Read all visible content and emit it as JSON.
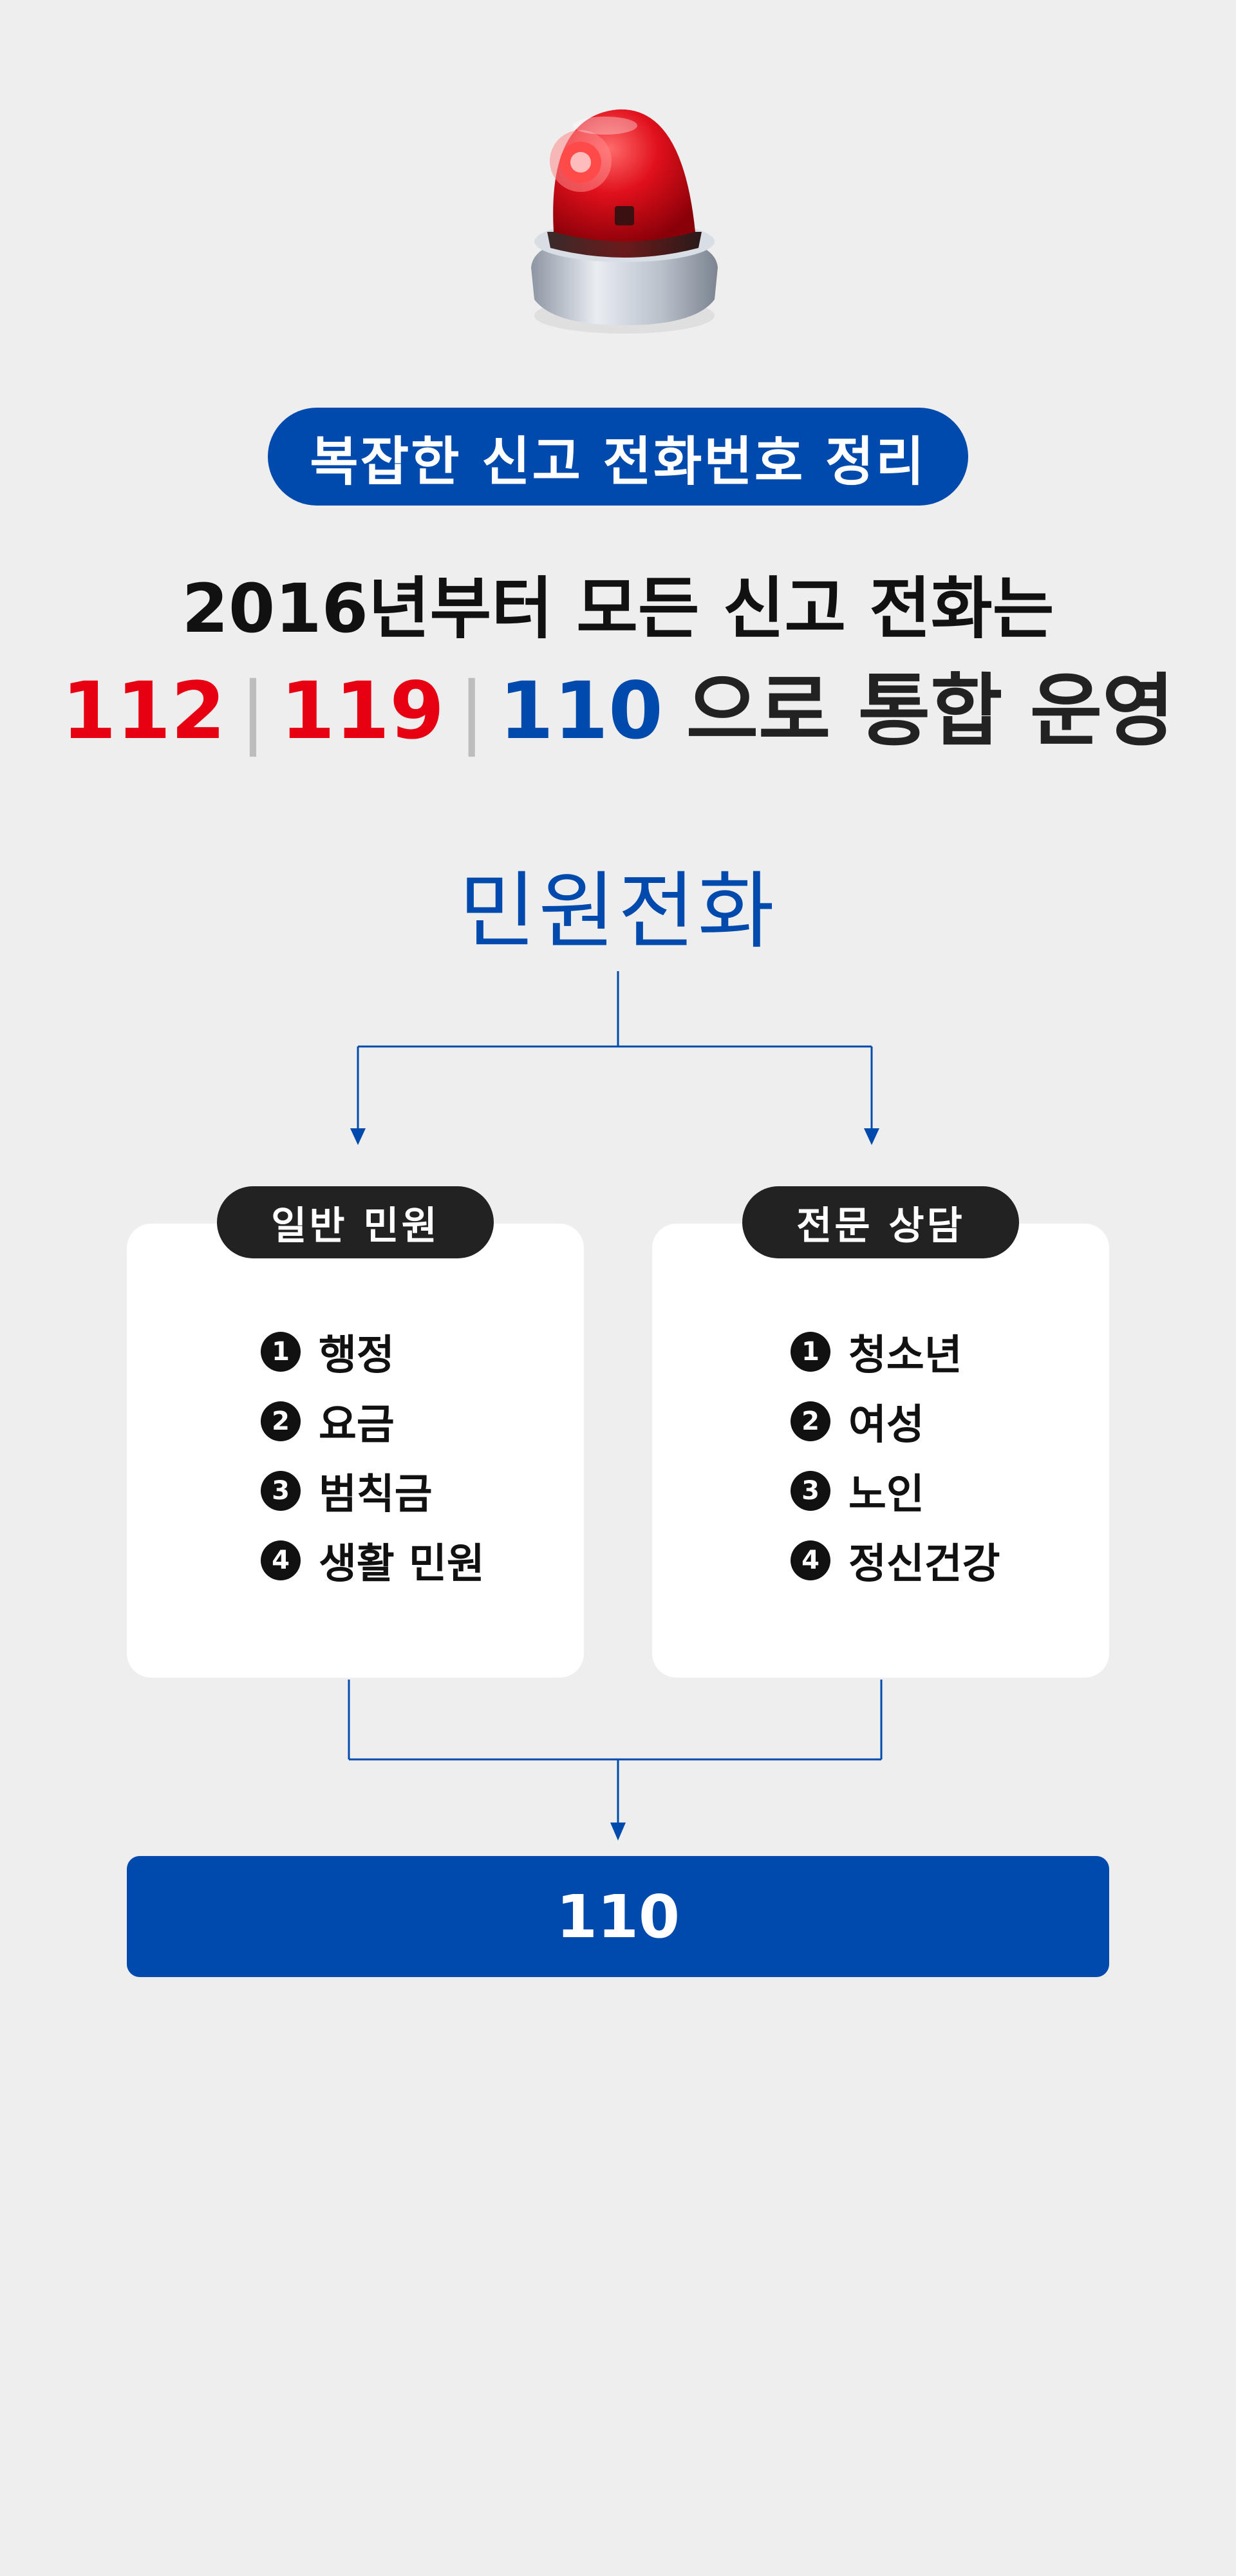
{
  "colors": {
    "brand_blue": "#004aad",
    "alert_red": "#e60012",
    "tag_dark": "#222222",
    "background": "#eeeeee"
  },
  "header": {
    "icon": "siren-icon",
    "pill_title": "복잡한 신고 전화번호 정리",
    "headline_line1": "2016년부터 모든 신고 전화는",
    "headline_line2": {
      "number_1": "112",
      "number_2": "119",
      "number_3": "110",
      "separator": "|",
      "suffix": "으로 통합 운영"
    }
  },
  "diagram": {
    "root": "민원전화",
    "branches": [
      {
        "title": "일반 민원",
        "items": [
          {
            "num": "1",
            "label": "행정"
          },
          {
            "num": "2",
            "label": "요금"
          },
          {
            "num": "3",
            "label": "범칙금"
          },
          {
            "num": "4",
            "label": "생활 민원"
          }
        ]
      },
      {
        "title": "전문 상담",
        "items": [
          {
            "num": "1",
            "label": "청소년"
          },
          {
            "num": "2",
            "label": "여성"
          },
          {
            "num": "3",
            "label": "노인"
          },
          {
            "num": "4",
            "label": "정신건강"
          }
        ]
      }
    ],
    "result": "110"
  }
}
